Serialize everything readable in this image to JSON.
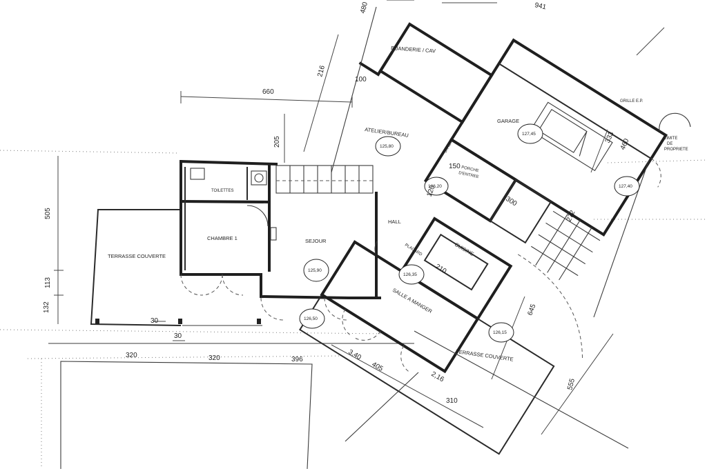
{
  "rooms": {
    "buanderie": "BUANDERIE / CAV",
    "garage": "GARAGE",
    "atelier": "ATELIER/BUREAU",
    "porche": "PORCHE",
    "porche_sub": "D'ENTREE",
    "jardin": "JARDIN",
    "toilettes": "TOILETTES",
    "chambre": "CHAMBRE 1",
    "sejour": "SEJOUR",
    "hall": "HALL",
    "placard": "PLACARD",
    "cuisine": "CUISINE",
    "salle": "SALLE A MANGER",
    "terrasse_left": "TERRASSE COUVERTE",
    "terrasse_right": "TERRASSE COUVERTE",
    "grille": "GRILLE E.P.",
    "limite_1": "LIMITE",
    "limite_2": "DE",
    "limite_3": "PROPRIETE"
  },
  "levels": {
    "garage": "127,45",
    "atelier": "125,80",
    "porche": "126,20",
    "outside": "127,40",
    "sejour": "125,90",
    "salle": "126,35",
    "terrasse_sejour": "126,50",
    "terrasse_right": "126,15"
  },
  "dimensions": {
    "d941": "941",
    "d480": "480",
    "d216": "216",
    "d100": "100",
    "d660": "660",
    "d205": "205",
    "d505": "505",
    "d113": "113",
    "d132": "132",
    "d30a": "30",
    "d30b": "30",
    "d320a": "320",
    "d320b": "320",
    "d396": "396",
    "d340": "3,40",
    "d405": "405",
    "d216b": "2,16",
    "d310": "310",
    "d555": "555",
    "d645": "645",
    "d333": "333",
    "d460": "460",
    "d272": "272",
    "d300": "300",
    "d150": "150",
    "d120": "120",
    "d210": "210"
  }
}
